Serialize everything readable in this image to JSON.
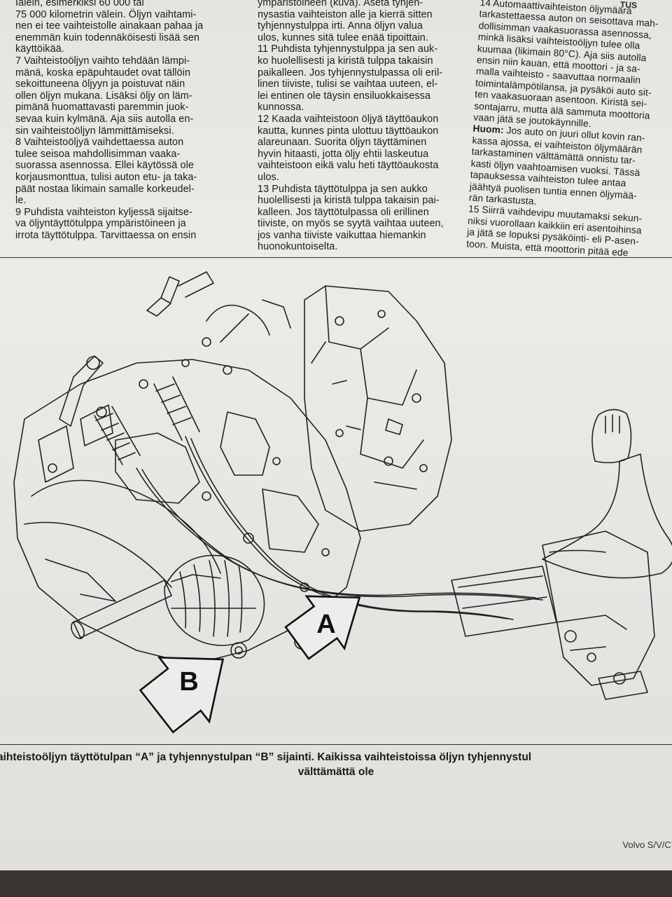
{
  "column_left": [
    "Ialein, esimerkiksi 60 000 tai",
    "75 000 kilometrin välein. Öljyn vaihtami-",
    "nen ei tee vaihteistolle ainakaan pahaa ja",
    "enemmän kuin todennäköisesti lisää sen",
    "käyttöikää.",
    "7    Vaihteistoöljyn vaihto tehdään lämpi-",
    "mänä, koska epäpuhtaudet ovat tällöin",
    "sekoittuneena öljyyn ja poistuvat näin",
    "ollen öljyn mukana. Lisäksi öljy on läm-",
    "pimänä huomattavasti paremmin juok-",
    "sevaa kuin kylmänä. Aja siis autolla en-",
    "sin vaihteistoöljyn lämmittämiseksi.",
    "8    Vaihteistoöljyä vaihdettaessa auton",
    "tulee seisoa mahdollisimman vaaka-",
    "suorassa asennossa. Ellei käytössä ole",
    "korjausmonttua, tulisi auton etu- ja taka-",
    "päät nostaa likimain samalle korkeudel-",
    "le.",
    "9    Puhdista vaihteiston kyljessä sijaitse-",
    "va öljyntäyttötulppa ympäristöineen ja",
    "irrota täyttötulppa. Tarvittaessa on ensin"
  ],
  "column_middle": [
    "ympäristöineen (kuva). Aseta tyhjen-",
    "nysastia vaihteiston alle ja kierrä sitten",
    "tyhjennystulppa irti. Anna öljyn valua",
    "ulos, kunnes sitä tulee enää tipoittain.",
    "11   Puhdista tyhjennystulppa ja sen auk-",
    "ko huolellisesti ja kiristä tulppa takaisin",
    "paikalleen. Jos tyhjennystulpassa oli eril-",
    "linen tiiviste, tulisi se vaihtaa uuteen, el-",
    "lei entinen ole täysin ensiluokkaisessa",
    "kunnossa.",
    "12   Kaada vaihteistoon öljyä täyttöaukon",
    "kautta, kunnes pinta ulottuu täyttöaukon",
    "alareunaan. Suorita öljyn täyttäminen",
    "hyvin hitaasti, jotta öljy ehtii laskeutua",
    "vaihteistoon eikä valu heti täyttöaukosta",
    "ulos.",
    "13   Puhdista täyttötulppa ja sen aukko",
    "huolellisesti ja kiristä tulppa takaisin pai-",
    "kalleen. Jos täyttötulpassa oli erillinen",
    "tiiviste, on myös se syytä vaihtaa uuteen,",
    "jos vanha tiiviste vaikuttaa hiemankin",
    "huonokuntoiselta."
  ],
  "column_right": [
    "14  Automaattivaihteiston    öljymäärä",
    "tarkastettaessa auton on seisottava mah-",
    "dollisimman vaakasuorassa asennossa,",
    "minkä lisäksi vaihteistoöljyn tulee olla",
    "kuumaa (likimain 80°C). Aja siis autolla",
    "ensin niin kauan, että moottori - ja sa-",
    "malla vaihteisto - saavuttaa normaalin",
    "toimintalämpötilansa, ja pysäköi auto sit-",
    "ten vaakasuoraan asentoon. Kiristä sei-",
    "sontajarru, mutta älä sammuta moottoria",
    "vaan jätä se joutokäynnille.",
    "Huom: Jos auto on juuri ollut kovin ran-",
    "kassa ajossa, ei vaihteiston öljymäärän",
    "tarkastaminen välttämättä onnistu tar-",
    "kasti öljyn vaahtoamisen vuoksi. Tässä",
    "tapauksessa vaihteiston tulee antaa",
    "jäähtyä puolisen tuntia ennen öljymää-",
    "rän tarkastusta.",
    "15  Siirrä vaihdevipu muutamaksi sekun-",
    "niksi vuorollaan kaikkiin eri asentoihinsa",
    "ja jätä se lopuksi pysäköinti- eli P-asen-",
    "toon. Muista, että moottorin pitää ede"
  ],
  "column_right_tag": "TUS",
  "figure": {
    "label_a": "A",
    "label_b": "B"
  },
  "caption": {
    "line1": "aihteistoöljyn täyttötulpan “A” ja tyhjennystulpan “B” sijainti. Kaikissa vaihteistoissa öljyn tyhjennystul",
    "line2": "välttämättä ole"
  },
  "footer": "Volvo S/V/C7"
}
